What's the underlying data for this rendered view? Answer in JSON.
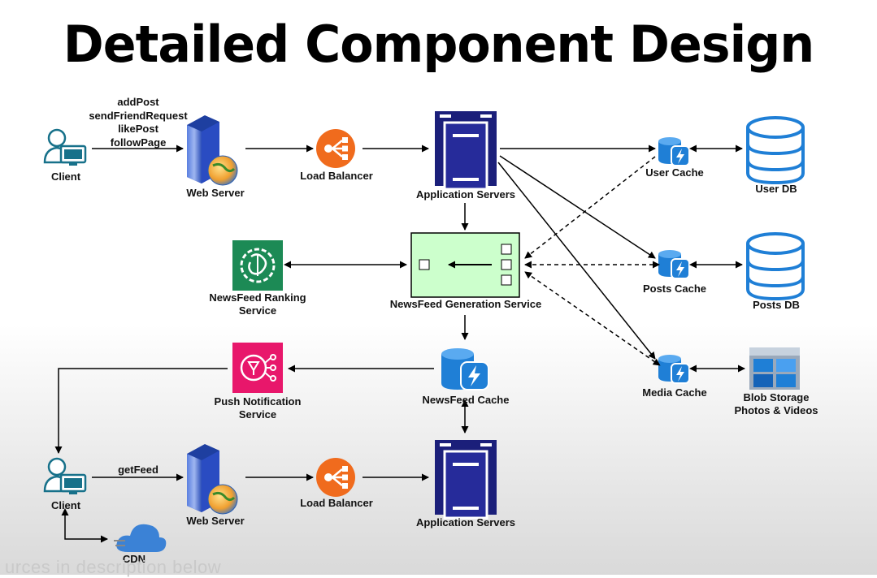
{
  "title": "Detailed Component Design",
  "operations": [
    "addPost",
    "sendFriendRequest",
    "likePost",
    "followPage"
  ],
  "labels": {
    "client_top": "Client",
    "web_server_top": "Web Server",
    "load_balancer_top": "Load Balancer",
    "app_servers_top": "Application Servers",
    "user_cache": "User Cache",
    "user_db": "User DB",
    "posts_cache": "Posts Cache",
    "posts_db": "Posts DB",
    "media_cache": "Media Cache",
    "blob_storage_line1": "Blob Storage",
    "blob_storage_line2": "Photos & Videos",
    "ranking_line1": "NewsFeed Ranking",
    "ranking_line2": "Service",
    "generation": "NewsFeed Generation Service",
    "push_line1": "Push Notification",
    "push_line2": "Service",
    "newsfeed_cache": "NewsFeed Cache",
    "client_bottom": "Client",
    "get_feed": "getFeed",
    "web_server_bottom": "Web Server",
    "load_balancer_bottom": "Load Balancer",
    "app_servers_bottom": "Application Servers",
    "cdn": "CDN"
  },
  "caption": "urces in description below",
  "colors": {
    "server_navy": "#1b1f7a",
    "lb_orange": "#f06b1d",
    "cache_blue": "#1f7fd6",
    "ranking_green": "#1c8a55",
    "push_pink": "#e8176b",
    "generation_fill": "#ccffcc",
    "cdn_blue": "#3b82d6"
  }
}
